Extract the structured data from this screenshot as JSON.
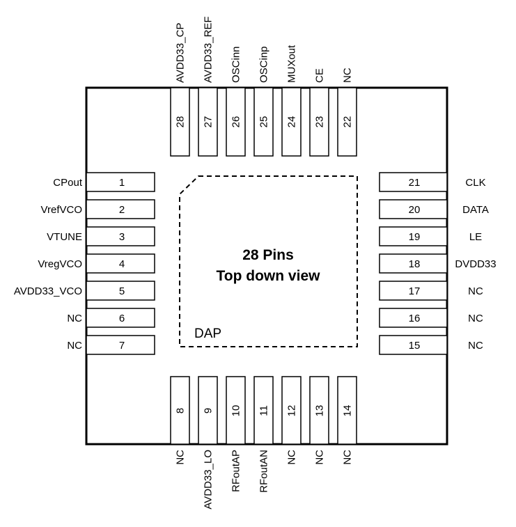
{
  "package": {
    "title_line1": "28 Pins",
    "title_line2": "Top down view",
    "pad_label": "DAP"
  },
  "pins": {
    "left": [
      {
        "number": "1",
        "name": "CPout"
      },
      {
        "number": "2",
        "name": "VrefVCO"
      },
      {
        "number": "3",
        "name": "VTUNE"
      },
      {
        "number": "4",
        "name": "VregVCO"
      },
      {
        "number": "5",
        "name": "AVDD33_VCO"
      },
      {
        "number": "6",
        "name": "NC"
      },
      {
        "number": "7",
        "name": "NC"
      }
    ],
    "bottom": [
      {
        "number": "8",
        "name": "NC"
      },
      {
        "number": "9",
        "name": "AVDD33_LO"
      },
      {
        "number": "10",
        "name": "RFoutAP"
      },
      {
        "number": "11",
        "name": "RFoutAN"
      },
      {
        "number": "12",
        "name": "NC"
      },
      {
        "number": "13",
        "name": "NC"
      },
      {
        "number": "14",
        "name": "NC"
      }
    ],
    "right": [
      {
        "number": "15",
        "name": "NC"
      },
      {
        "number": "16",
        "name": "NC"
      },
      {
        "number": "17",
        "name": "NC"
      },
      {
        "number": "18",
        "name": "DVDD33"
      },
      {
        "number": "19",
        "name": "LE"
      },
      {
        "number": "20",
        "name": "DATA"
      },
      {
        "number": "21",
        "name": "CLK"
      }
    ],
    "top": [
      {
        "number": "22",
        "name": "NC"
      },
      {
        "number": "23",
        "name": "CE"
      },
      {
        "number": "24",
        "name": "MUXout"
      },
      {
        "number": "25",
        "name": "OSCinp"
      },
      {
        "number": "26",
        "name": "OSCinn"
      },
      {
        "number": "27",
        "name": "AVDD33_REF"
      },
      {
        "number": "28",
        "name": "AVDD33_CP"
      }
    ]
  }
}
